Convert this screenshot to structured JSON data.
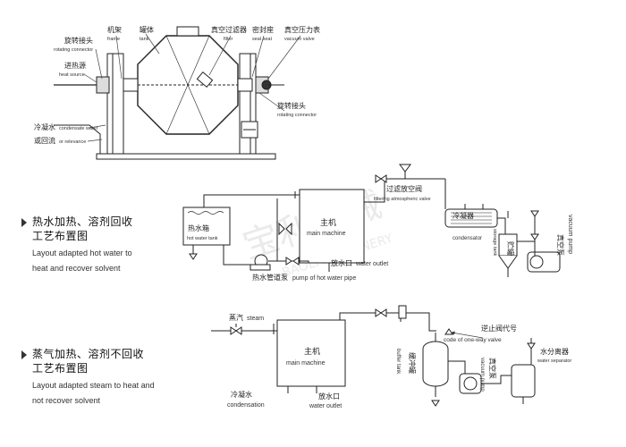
{
  "watermark": {
    "text_cn": "宝利机械",
    "text_en": "BAOLI MACHINERY"
  },
  "sections": [
    {
      "title_line1": "热水加热、溶剂回收",
      "title_line2": "工艺布置图",
      "desc_line1": "Layout adapted hot water to",
      "desc_line2": "heat and recover solvent"
    },
    {
      "title_line1": "蒸气加热、溶剂不回收",
      "title_line2": "工艺布置图",
      "desc_line1": "Layout adapted steam to heat and",
      "desc_line2": "not recover solvent"
    }
  ],
  "dryer": {
    "frame": {
      "cn": "机架",
      "en": "frame"
    },
    "tank": {
      "cn": "罐体",
      "en": "tank"
    },
    "filter": {
      "cn": "真空过滤器",
      "en": "filter"
    },
    "seal_seat": {
      "cn": "密封座",
      "en": "seal seat"
    },
    "vacuum_valve": {
      "cn": "真空压力表",
      "en": "vacuum valve"
    },
    "rotating_conn_left": {
      "cn": "旋转接头",
      "en": "rotating connector"
    },
    "heat_source": {
      "cn": "进热源",
      "en": "heat source"
    },
    "rotating_conn_right": {
      "cn": "旋转接头",
      "en": "rotating connector"
    },
    "condensate_water": {
      "cn": "冷凝水",
      "en": "condensate water"
    },
    "relevance": {
      "cn": "或回流",
      "en": "or relevance"
    }
  },
  "hotwater": {
    "hot_water_tank": {
      "cn": "热水箱",
      "en": "hot water tank"
    },
    "main_machine": {
      "cn": "主机",
      "en": "main machine"
    },
    "water_outlet": {
      "cn": "放水口",
      "en": "water outlet"
    },
    "pipe_pump": {
      "cn": "热水管道泵",
      "en": "pump of hot water pipe"
    },
    "filter_valve": {
      "cn": "过滤放空阀",
      "en": "filtering atmospheric valve"
    },
    "condenser": {
      "cn": "冷凝器",
      "en": "condensator"
    },
    "storage_tank": {
      "cn": "贮罐",
      "en": "storage tank"
    },
    "vacuum_pump": {
      "cn": "真空泵",
      "en": "vacuum pump"
    }
  },
  "steam": {
    "steam": {
      "cn": "蒸汽",
      "en": "steam"
    },
    "main_machine": {
      "cn": "主机",
      "en": "main machine"
    },
    "condensation": {
      "cn": "冷凝水",
      "en": "condensation"
    },
    "water_outlet": {
      "cn": "放水口",
      "en": "water outlet"
    },
    "check_valve": {
      "cn": "逆止阀代号",
      "en": "code of one-way valve"
    },
    "buffer_tank": {
      "cn": "缓冲罐",
      "en": "buffer tank"
    },
    "vacuum_pump": {
      "cn": "真空泵",
      "en": "vacuum pump"
    },
    "water_separator": {
      "cn": "水分离器",
      "en": "water separator"
    }
  }
}
